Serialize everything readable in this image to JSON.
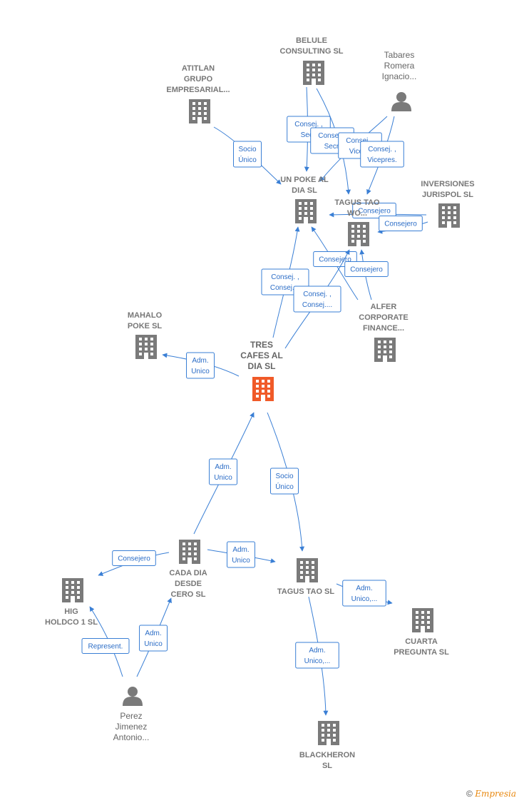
{
  "nodes": {
    "belule": {
      "lines": [
        "BELULE",
        "CONSULTING SL"
      ],
      "kind": "company"
    },
    "atitlan": {
      "lines": [
        "ATITLAN",
        "GRUPO",
        "EMPRESARIAL..."
      ],
      "kind": "company"
    },
    "tabares": {
      "lines": [
        "Tabares",
        "Romera",
        "Ignacio..."
      ],
      "kind": "person"
    },
    "unpoke": {
      "lines": [
        "UN POKE AL",
        "DIA SL"
      ],
      "kind": "company"
    },
    "tagustao_wo": {
      "lines": [
        "TAGUS TAO",
        "WO..."
      ],
      "kind": "company"
    },
    "inversiones": {
      "lines": [
        "INVERSIONES",
        "JURISPOL SL"
      ],
      "kind": "company"
    },
    "alfer": {
      "lines": [
        "ALFER",
        "CORPORATE",
        "FINANCE..."
      ],
      "kind": "company"
    },
    "mahalo": {
      "lines": [
        "MAHALO",
        "POKE SL"
      ],
      "kind": "company"
    },
    "tres": {
      "lines": [
        "TRES",
        "CAFES AL",
        "DIA SL"
      ],
      "kind": "company-main"
    },
    "cada": {
      "lines": [
        "CADA DIA",
        "DESDE",
        "CERO SL"
      ],
      "kind": "company"
    },
    "tagustao": {
      "lines": [
        "TAGUS TAO SL"
      ],
      "kind": "company"
    },
    "hig": {
      "lines": [
        "HIG",
        "HOLDCO 1 SL"
      ],
      "kind": "company"
    },
    "cuarta": {
      "lines": [
        "CUARTA",
        "PREGUNTA SL"
      ],
      "kind": "company"
    },
    "perez": {
      "lines": [
        "Perez",
        "Jimenez",
        "Antonio..."
      ],
      "kind": "person"
    },
    "blackheron": {
      "lines": [
        "BLACKHERON",
        "SL"
      ],
      "kind": "company"
    }
  },
  "edges": [
    {
      "id": "atitlan-unpoke",
      "lines": [
        "Socio",
        "Único"
      ]
    },
    {
      "id": "belule-unpoke-1",
      "lines": [
        "Consej. ,",
        "Secr."
      ]
    },
    {
      "id": "belule-unpoke-2",
      "lines": [
        "Consej. ,",
        "Secr."
      ]
    },
    {
      "id": "tabares-1",
      "lines": [
        "Consej. ,",
        "Vicepr."
      ]
    },
    {
      "id": "tabares-2",
      "lines": [
        "Consej. ,",
        "Vicepres."
      ]
    },
    {
      "id": "inversiones-1",
      "lines": [
        "Consejero"
      ]
    },
    {
      "id": "inversiones-2",
      "lines": [
        "Consejero"
      ]
    },
    {
      "id": "alfer-1",
      "lines": [
        "Consejero"
      ]
    },
    {
      "id": "alfer-2",
      "lines": [
        "Consejero"
      ]
    },
    {
      "id": "tres-unpoke-1",
      "lines": [
        "Consej. ,",
        "Consej...."
      ]
    },
    {
      "id": "tres-unpoke-2",
      "lines": [
        "Consej. ,",
        "Consej...."
      ]
    },
    {
      "id": "tres-mahalo",
      "lines": [
        "Adm.",
        "Unico"
      ]
    },
    {
      "id": "cada-tres",
      "lines": [
        "Adm.",
        "Unico"
      ]
    },
    {
      "id": "tres-tagustao",
      "lines": [
        "Socio",
        "Único"
      ]
    },
    {
      "id": "cada-hig",
      "lines": [
        "Consejero"
      ]
    },
    {
      "id": "cada-tagustao",
      "lines": [
        "Adm.",
        "Unico"
      ]
    },
    {
      "id": "tagustao-cuarta",
      "lines": [
        "Adm.",
        "Unico,..."
      ]
    },
    {
      "id": "perez-hig",
      "lines": [
        "Represent."
      ]
    },
    {
      "id": "perez-cada",
      "lines": [
        "Adm.",
        "Unico"
      ]
    },
    {
      "id": "tagustao-blackheron",
      "lines": [
        "Adm.",
        "Unico,..."
      ]
    }
  ],
  "colors": {
    "accent": "#3a7fd5",
    "main_node": "#f05a28",
    "node": "#7a7a7a"
  },
  "footer": {
    "copyright": "©",
    "brand": "Empresia"
  }
}
